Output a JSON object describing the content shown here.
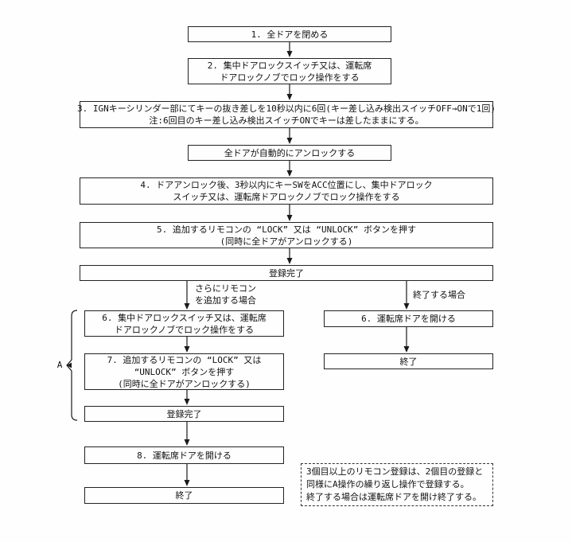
{
  "diagram": {
    "title_hint": "リモコン登録手順フローチャート",
    "type": "flowchart",
    "colors": {
      "line": "#1a1a1a",
      "box_border": "#222222",
      "background": "#fefefe",
      "text": "#111111"
    },
    "nodes": {
      "step1": {
        "lines": [
          "1. 全ドアを閉める"
        ]
      },
      "step2": {
        "lines": [
          "2. 集中ドアロックスイッチ又は、運転席",
          "ドアロックノブでロック操作をする"
        ]
      },
      "step3": {
        "lines": [
          "3. IGNキーシリンダー部にてキーの抜き差しを10秒以内に6回(キー差し込み検出スイッチOFF→ONで1回)",
          "注:6回目のキー差し込み検出スイッチONでキーは差したままにする。"
        ]
      },
      "auto_unlock": {
        "lines": [
          "全ドアが自動的にアンロックする"
        ]
      },
      "step4": {
        "lines": [
          "4. ドアアンロック後、3秒以内にキーSWをACC位置にし、集中ドアロック",
          "スイッチ又は、運転席ドアロックノブでロック操作をする"
        ]
      },
      "step5": {
        "lines": [
          "5. 追加するリモコンの “LOCK” 又は “UNLOCK” ボタンを押す",
          "(同時に全ドアがアンロックする)"
        ]
      },
      "reg_complete_main": {
        "lines": [
          "登録完了"
        ]
      },
      "step6_left": {
        "lines": [
          "6. 集中ドアロックスイッチ又は、運転席",
          "ドアロックノブでロック操作をする"
        ]
      },
      "step7_left": {
        "lines": [
          "7. 追加するリモコンの “LOCK” 又は",
          "“UNLOCK” ボタンを押す",
          "(同時に全ドアがアンロックする)"
        ]
      },
      "reg_complete_left": {
        "lines": [
          "登録完了"
        ]
      },
      "step8_left": {
        "lines": [
          "8. 運転席ドアを開ける"
        ]
      },
      "end_left": {
        "lines": [
          "終了"
        ]
      },
      "step6_right": {
        "lines": [
          "6. 運転席ドアを開ける"
        ]
      },
      "end_right": {
        "lines": [
          "終了"
        ]
      }
    },
    "branch_labels": {
      "add_more": {
        "lines": [
          "さらにリモコン",
          "を追加する場合"
        ]
      },
      "finish": {
        "lines": [
          "終了する場合"
        ]
      }
    },
    "bracket_label": "A",
    "note": {
      "lines": [
        "3個目以上のリモコン登録は、2個目の登録と",
        "同様にA操作の繰り返し操作で登録する。",
        "終了する場合は運転席ドアを開け終了する。"
      ]
    }
  }
}
